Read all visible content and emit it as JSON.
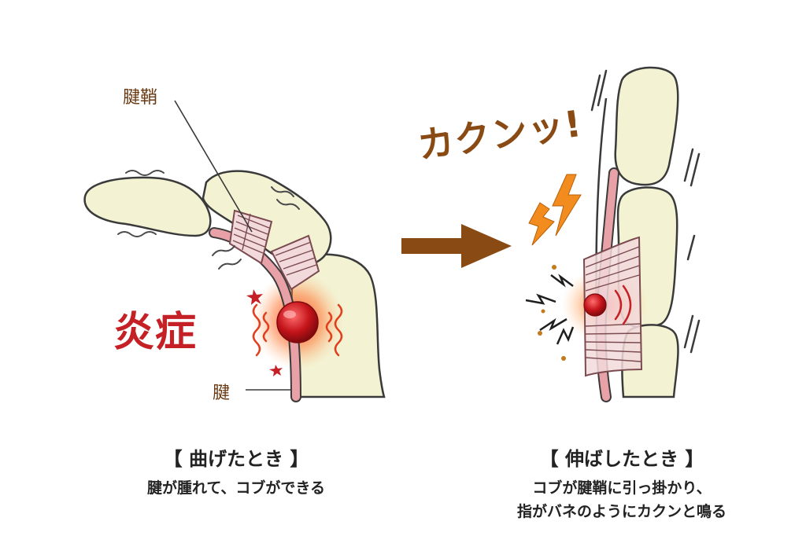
{
  "left_panel": {
    "sheath_label": "腱鞘",
    "tendon_label": "腱",
    "inflammation_label": "炎症",
    "caption_title": "【 曲げたとき 】",
    "caption_desc": "腱が腫れて、コブができる"
  },
  "right_panel": {
    "onomatopoeia": "カクンッ!",
    "caption_title": "【 伸ばしたとき 】",
    "caption_desc_line1": "コブが腱鞘に引っ掛かり、",
    "caption_desc_line2": "指がバネのようにカクンと鳴る"
  },
  "colors": {
    "bone_fill": "#f3f2d3",
    "bone_stroke": "#3a3a3a",
    "tendon": "#e8a1a6",
    "sheath": "#f2d9dc",
    "inflammation": "#c42025",
    "arrow": "#8a4a14",
    "lightning": "#f28c1e"
  }
}
